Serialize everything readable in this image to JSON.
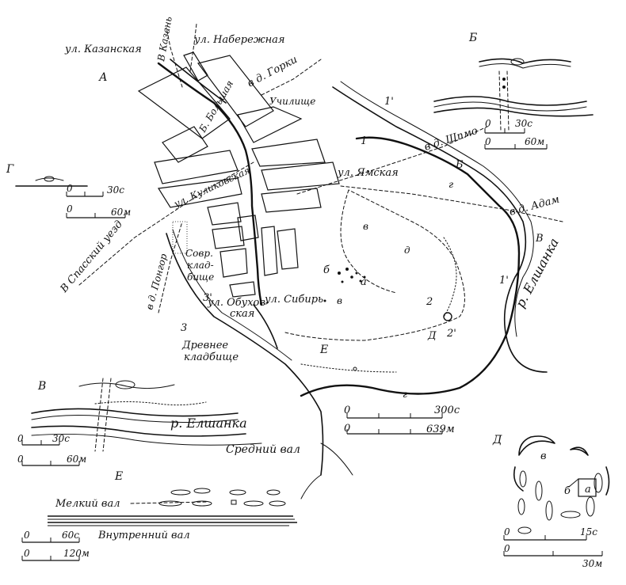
{
  "streets": {
    "kazanskaya": "ул. Казанская",
    "naberezhnaya": "ул. Набережная",
    "kulikovskaya": "ул. Куликовская",
    "yamskaya": "ул. Ямская",
    "obukhovskaya_1": "ул. Обухов-",
    "obukhovskaya_2": "ская",
    "sibir": "ул. Сибирь"
  },
  "roads": {
    "kazan": "В Казань",
    "gorki": "в д. Горки",
    "shpmo": "в д. Шпмо",
    "adam": "в д. Адам",
    "spassky": "В Спасский уезд",
    "pongor": "в д. Понгор"
  },
  "places": {
    "uchilishche": "Училище",
    "bolshaya_1": "Б. Большая",
    "sovr_1": "Совр.",
    "sovr_2": "клад-",
    "sovr_3": "бище",
    "drevnee_1": "Древнее",
    "drevnee_2": "кладбище"
  },
  "rivers": {
    "elshanka_main": "р. Елшанка",
    "elshanka_detail": "р. Елшанка"
  },
  "section_letters": {
    "A": "А",
    "B": "Б",
    "V": "В",
    "G": "Г",
    "D": "Д",
    "E": "Е"
  },
  "map_marks": {
    "m1": "1",
    "m1p": "1'",
    "m2": "2",
    "m2p": "2'",
    "m3": "3",
    "m3p": "3'",
    "m1pp": "1'",
    "g_top": "г",
    "g_bottom": "г",
    "b_right": "Б",
    "v_right": "В",
    "d_inner": "д",
    "v_inner": "в",
    "b_inner": "б",
    "a_inner": "а",
    "v_small": "в",
    "D_inner": "Д",
    "E_inner": "Е"
  },
  "scales": {
    "main": {
      "top": "300с",
      "bottom": "639м",
      "zero": "0"
    },
    "B": {
      "top": "30с",
      "bottom": "60м",
      "zero": "0"
    },
    "G": {
      "top": "30с",
      "bottom": "60м",
      "zero": "0"
    },
    "V": {
      "top": "30с",
      "bottom": "60м",
      "zero": "0"
    },
    "E": {
      "top": "60с",
      "bottom": "120м",
      "zero": "0"
    },
    "D": {
      "top": "15с",
      "bottom": "30м",
      "zero": "0"
    }
  },
  "section_labels": {
    "sredniy_val": "Средний вал",
    "melkiy_val": "Мелкий вал",
    "vnutrenniy_val": "Внутренний вал"
  },
  "detail_D": {
    "a": "а",
    "b": "б",
    "v": "в"
  }
}
